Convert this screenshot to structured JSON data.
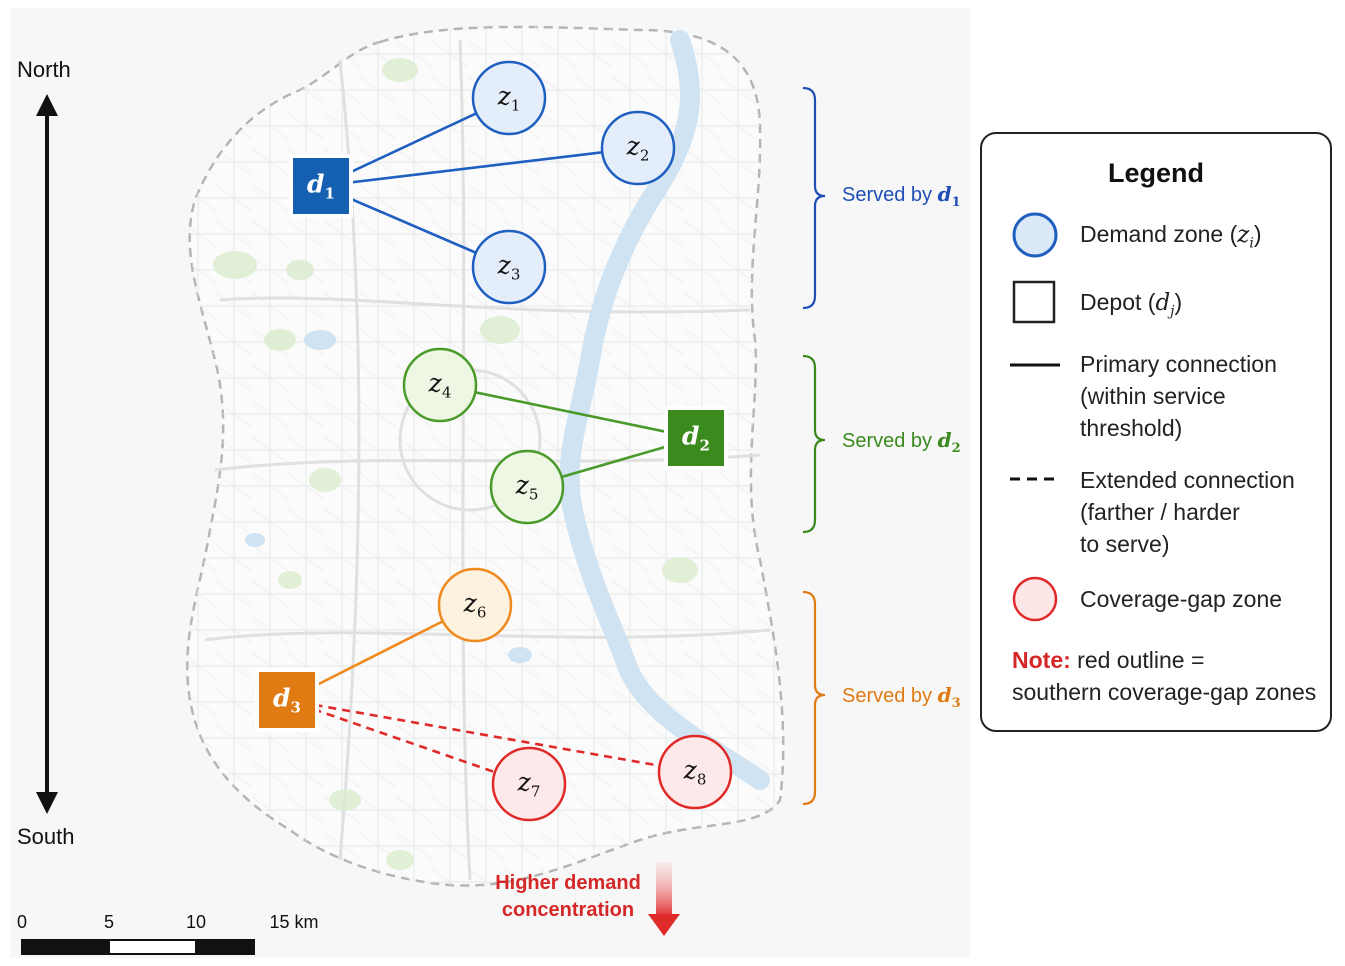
{
  "compass": {
    "north": "North",
    "south": "South"
  },
  "zones": [
    {
      "id": "z1",
      "letter": "z",
      "sub": "1",
      "status": "served-d1"
    },
    {
      "id": "z2",
      "letter": "z",
      "sub": "2",
      "status": "served-d1"
    },
    {
      "id": "z3",
      "letter": "z",
      "sub": "3",
      "status": "served-d1"
    },
    {
      "id": "z4",
      "letter": "z",
      "sub": "4",
      "status": "served-d2"
    },
    {
      "id": "z5",
      "letter": "z",
      "sub": "5",
      "status": "served-d2"
    },
    {
      "id": "z6",
      "letter": "z",
      "sub": "6",
      "status": "served-d3"
    },
    {
      "id": "z7",
      "letter": "z",
      "sub": "7",
      "status": "coverage-gap"
    },
    {
      "id": "z8",
      "letter": "z",
      "sub": "8",
      "status": "coverage-gap"
    }
  ],
  "depots": [
    {
      "id": "d1",
      "letter": "d",
      "sub": "1",
      "color": "#1560b0"
    },
    {
      "id": "d2",
      "letter": "d",
      "sub": "2",
      "color": "#3b8a1e"
    },
    {
      "id": "d3",
      "letter": "d",
      "sub": "3",
      "color": "#e07b14"
    }
  ],
  "connections": [
    {
      "from": "d1",
      "to": "z1",
      "type": "primary"
    },
    {
      "from": "d1",
      "to": "z2",
      "type": "primary"
    },
    {
      "from": "d1",
      "to": "z3",
      "type": "primary"
    },
    {
      "from": "d2",
      "to": "z4",
      "type": "primary"
    },
    {
      "from": "d2",
      "to": "z5",
      "type": "primary"
    },
    {
      "from": "d3",
      "to": "z6",
      "type": "primary"
    },
    {
      "from": "d3",
      "to": "z7",
      "type": "extended"
    },
    {
      "from": "d3",
      "to": "z8",
      "type": "extended"
    }
  ],
  "service_groups": [
    {
      "prefix": "Served by ",
      "letter": "d",
      "sub": "1",
      "color": "#1f4fb5"
    },
    {
      "prefix": "Served by ",
      "letter": "d",
      "sub": "2",
      "color": "#3b8a1e"
    },
    {
      "prefix": "Served by ",
      "letter": "d",
      "sub": "3",
      "color": "#e07b14"
    }
  ],
  "colors": {
    "d1_group": "#1f5fc0",
    "d2_group": "#4a9a2a",
    "d3_group": "#ef8a1f",
    "gap": "#e02a2a",
    "d1_fill": "#e4eefa",
    "d2_fill": "#eef6e4",
    "d3_fill": "#fdf1df",
    "gap_fill": "#fde9e9",
    "river": "#cfe3f3",
    "park": "#dcecd0"
  },
  "legend": {
    "title": "Legend",
    "demand_zone": {
      "text": "Demand zone (",
      "letter": "z",
      "sub": "i",
      "close": ")"
    },
    "depot": {
      "text": "Depot (",
      "letter": "d",
      "sub": "j",
      "close": ")"
    },
    "primary": [
      "Primary connection",
      "(within service",
      "threshold)"
    ],
    "extended": [
      "Extended connection",
      "(farther / harder",
      "to serve)"
    ],
    "gap": "Coverage-gap zone",
    "note_key": "Note:",
    "note_text1": " red outline =",
    "note_text2": "southern coverage-gap zones"
  },
  "demand_arrow": {
    "line1": "Higher demand",
    "line2": "concentration"
  },
  "scale_bar": {
    "ticks": [
      "0",
      "5",
      "10",
      "15 km"
    ]
  }
}
